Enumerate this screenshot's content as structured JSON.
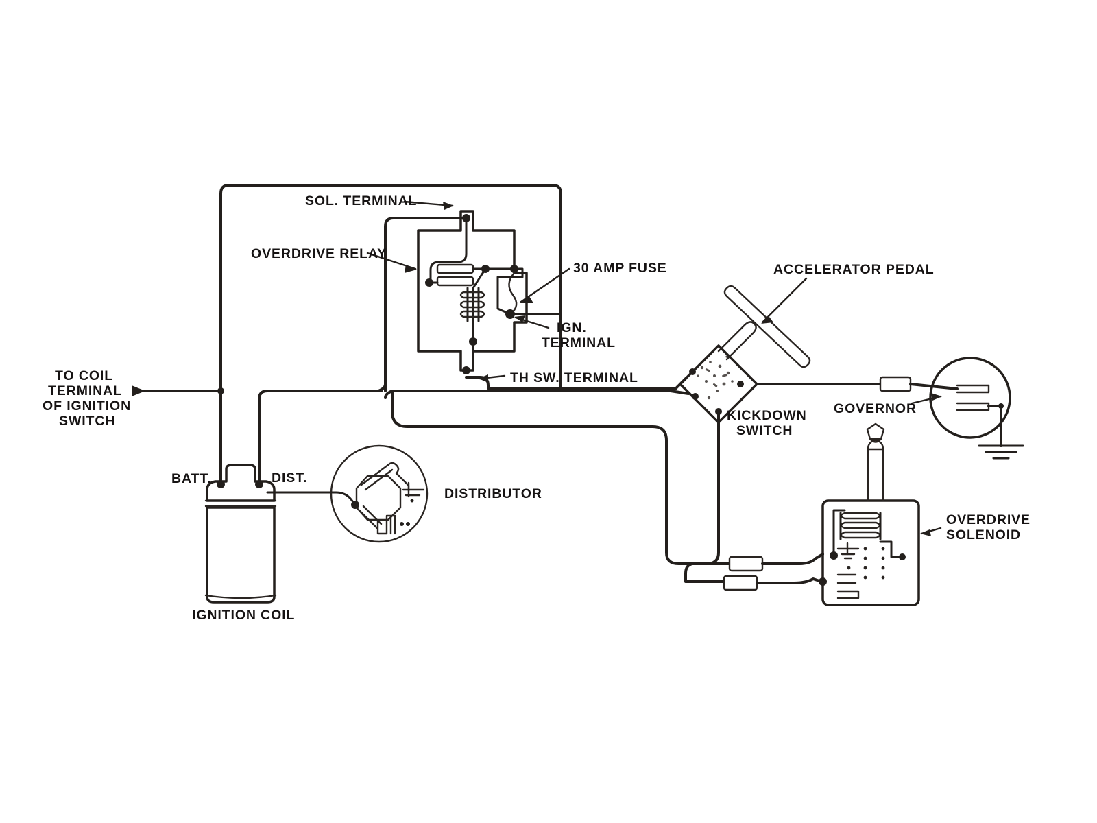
{
  "diagram": {
    "title": "Overdrive Wiring Diagram",
    "type": "automotive-wiring-schematic",
    "background_color": "#ffffff",
    "line_color": "#231f1c"
  },
  "labels": {
    "sol_terminal": "SOL. TERMINAL",
    "overdrive_relay": "OVERDRIVE RELAY",
    "fuse_30amp": "30 AMP FUSE",
    "ign_terminal_line1": "IGN.",
    "ign_terminal_line2": "TERMINAL",
    "th_sw_terminal": "TH SW. TERMINAL",
    "accelerator_pedal": "ACCELERATOR PEDAL",
    "kickdown_switch_line1": "KICKDOWN",
    "kickdown_switch_line2": "SWITCH",
    "governor": "GOVERNOR",
    "overdrive_solenoid_line1": "OVERDRIVE",
    "overdrive_solenoid_line2": "SOLENOID",
    "to_coil_line1": "TO COIL",
    "to_coil_line2": "TERMINAL",
    "to_coil_line3": "OF IGNITION",
    "to_coil_line4": "SWITCH",
    "batt": "BATT.",
    "dist": "DIST.",
    "distributor": "DISTRIBUTOR",
    "ignition_coil": "IGNITION COIL"
  },
  "components": [
    {
      "name": "overdrive-relay",
      "label": "OVERDRIVE RELAY"
    },
    {
      "name": "sol-terminal",
      "label": "SOL. TERMINAL"
    },
    {
      "name": "ign-terminal",
      "label": "IGN. TERMINAL"
    },
    {
      "name": "th-sw-terminal",
      "label": "TH SW. TERMINAL"
    },
    {
      "name": "fuse-30-amp",
      "label": "30 AMP FUSE"
    },
    {
      "name": "kickdown-switch",
      "label": "KICKDOWN SWITCH"
    },
    {
      "name": "accelerator-pedal",
      "label": "ACCELERATOR PEDAL"
    },
    {
      "name": "governor",
      "label": "GOVERNOR"
    },
    {
      "name": "overdrive-solenoid",
      "label": "OVERDRIVE SOLENOID"
    },
    {
      "name": "ignition-coil",
      "label": "IGNITION COIL"
    },
    {
      "name": "distributor",
      "label": "DISTRIBUTOR"
    },
    {
      "name": "coil-batt-terminal",
      "label": "BATT."
    },
    {
      "name": "coil-dist-terminal",
      "label": "DIST."
    },
    {
      "name": "to-coil-terminal-of-ignition-switch",
      "label": "TO COIL TERMINAL OF IGNITION SWITCH"
    }
  ]
}
